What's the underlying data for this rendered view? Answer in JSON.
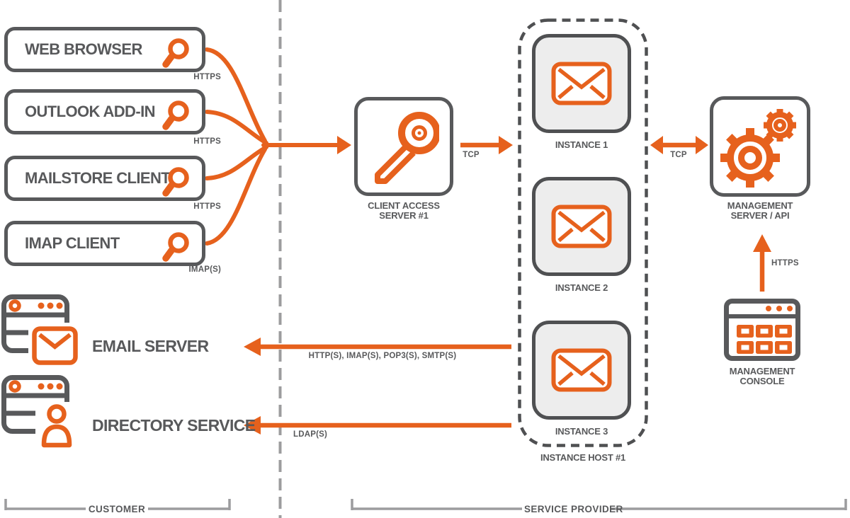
{
  "colors": {
    "orange": "#E6611D",
    "dark_gray": "#58595B",
    "instance_fill": "#EDEDED",
    "line_gray": "#9C9C9E"
  },
  "clients": [
    {
      "label": "WEB BROWSER",
      "protocol": "HTTPS",
      "icon": "magnifier-icon"
    },
    {
      "label": "OUTLOOK ADD-IN",
      "protocol": "HTTPS",
      "icon": "magnifier-icon"
    },
    {
      "label": "MAILSTORE CLIENT",
      "protocol": "HTTPS",
      "icon": "magnifier-icon"
    },
    {
      "label": "IMAP CLIENT",
      "protocol": "IMAP(S)",
      "icon": "magnifier-icon"
    }
  ],
  "client_access_server": {
    "line1": "CLIENT ACCESS",
    "line2": "SERVER #1",
    "icon": "key-icon"
  },
  "instance_host": {
    "label": "INSTANCE HOST #1",
    "instances": [
      {
        "label": "INSTANCE 1",
        "icon": "envelope-icon"
      },
      {
        "label": "INSTANCE 2",
        "icon": "envelope-icon"
      },
      {
        "label": "INSTANCE 3",
        "icon": "envelope-icon"
      }
    ]
  },
  "management_server": {
    "line1": "MANAGEMENT",
    "line2": "SERVER / API",
    "icon": "gears-icon"
  },
  "management_console": {
    "line1": "MANAGEMENT",
    "line2": "CONSOLE",
    "icon": "console-window-icon"
  },
  "customer_systems": [
    {
      "label": "EMAIL SERVER",
      "icon": "server-email-icon"
    },
    {
      "label": "DIRECTORY SERVICE",
      "icon": "server-user-icon"
    }
  ],
  "connections": {
    "cas_to_host": "TCP",
    "host_to_management": "TCP",
    "console_to_management": "HTTPS",
    "host_to_email_server": "HTTP(S), IMAP(S), POP3(S), SMTP(S)",
    "host_to_directory": "LDAP(S)"
  },
  "zones": {
    "customer": "CUSTOMER",
    "service_provider": "SERVICE PROVIDER"
  }
}
